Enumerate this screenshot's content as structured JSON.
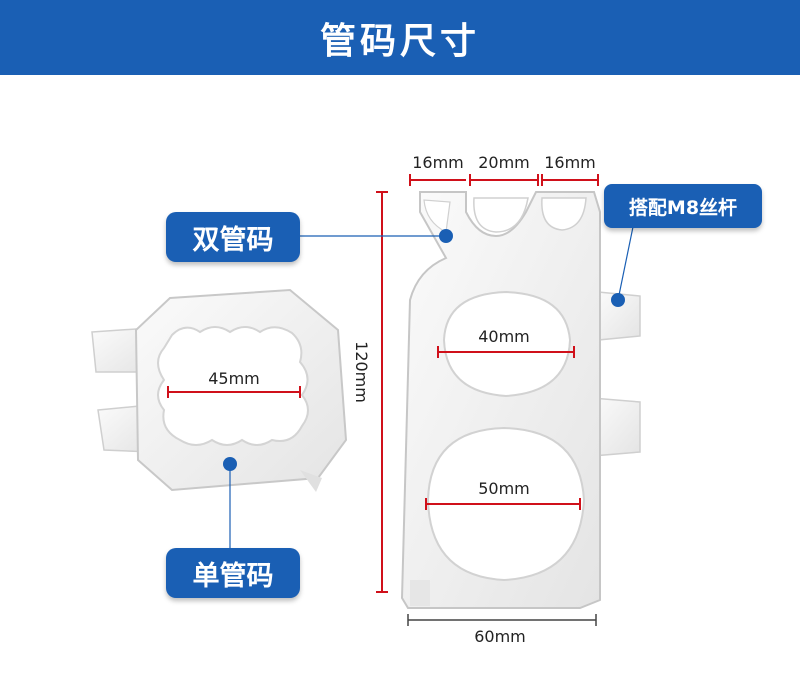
{
  "header": {
    "title": "管码尺寸"
  },
  "colors": {
    "brand_blue": "#1a5fb4",
    "dimension_red": "#d0101a",
    "part_white": "#f6f6f6"
  },
  "labels": {
    "double_clamp": "双管码",
    "single_clamp": "单管码",
    "rod": "搭配M8丝杆"
  },
  "dimensions": {
    "top_left": "16mm",
    "top_mid": "20mm",
    "top_right": "16mm",
    "height": "120mm",
    "double_upper": "40mm",
    "double_lower": "50mm",
    "double_width": "60mm",
    "single": "45mm"
  }
}
